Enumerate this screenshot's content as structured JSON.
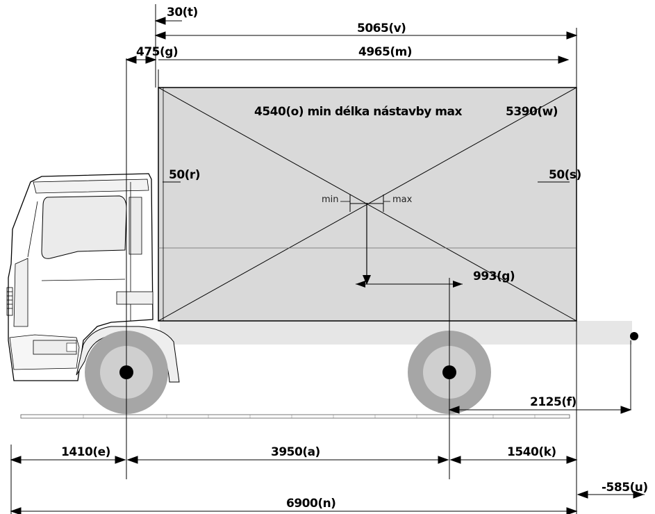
{
  "dimensions": {
    "t": "30(t)",
    "v": "5065(v)",
    "g_top": "475(g)",
    "m": "4965(m)",
    "o_w_text": "4540(o) min délka nástavby max",
    "w": "5390(w)",
    "r": "50(r)",
    "s": "50(s)",
    "g_cog": "993(g)",
    "f": "2125(f)",
    "e": "1410(e)",
    "a": "3950(a)",
    "k": "1540(k)",
    "u": "-585(u)",
    "n": "6900(n)"
  },
  "markers": {
    "min": "min",
    "max": "max"
  },
  "colors": {
    "body_fill": "#d9d9d9",
    "frame_fill": "#e6e6e6",
    "tire_outer": "#a6a6a6",
    "tire_inner": "#cfcfcf",
    "line": "#000000"
  }
}
